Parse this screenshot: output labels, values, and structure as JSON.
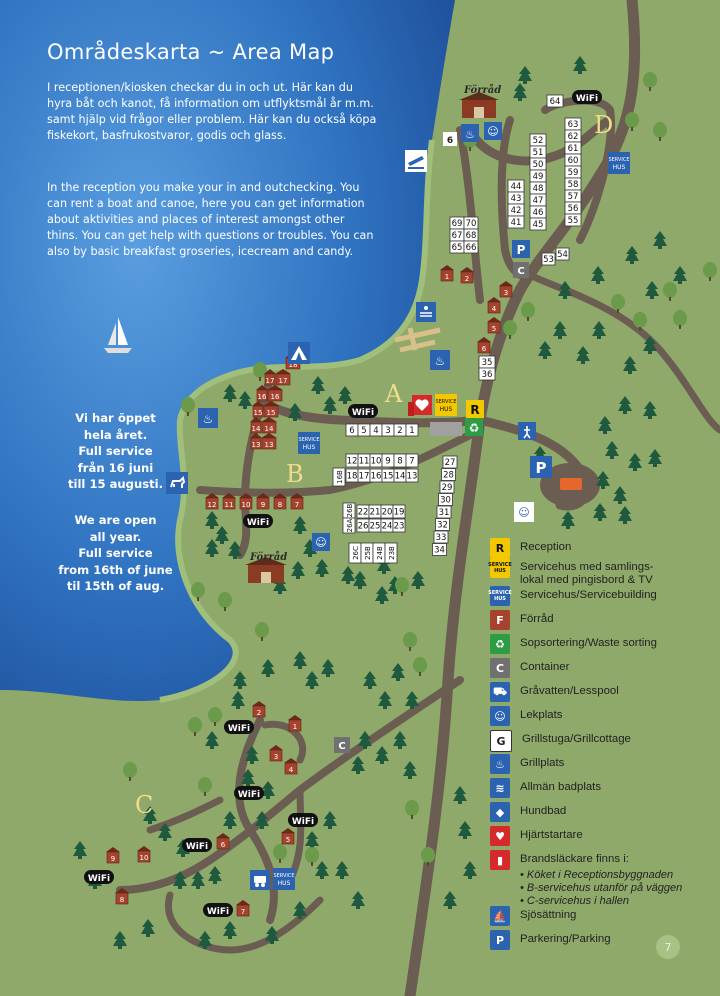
{
  "map": {
    "title": "Områdeskarta ~ Area Map",
    "intro_sv": "I receptionen/kiosken checkar du in och ut. Här kan du hyra båt och kanot, få information om utflyktsmål år m.m. samt hjälp vid frågor eller problem. Här kan du också köpa fiskekort, basfrukostvaror, godis och glass.",
    "intro_en": "In the reception you make your in and outchecking. You can rent a boat and canoe, here you can get information about aktivities and places of interest amongst other thins. You can get help with questions or troubles. You can also by basic breakfast groseries, icecream and candy.",
    "open_sv": [
      "Vi har öppet",
      "hela året.",
      "Full service",
      "från 16 juni",
      "till 15 augusti."
    ],
    "open_en": [
      "We are open",
      "all year.",
      "Full service",
      "from 16th of june",
      "til 15th of aug."
    ],
    "zones": {
      "a": "A",
      "b": "B",
      "c": "C",
      "d": "D"
    },
    "storage_label": "Förråd",
    "wifi_label": "WiFi",
    "service_label_1": "SERVICE",
    "service_label_2": "HUS",
    "page_number": "7",
    "colors": {
      "water": "#3478c4",
      "grass": "#8fa96a",
      "road": "#6b5d52",
      "cabin": "#a5432f",
      "zone_letter": "#f1dc8a"
    }
  },
  "sites": {
    "row_a": [
      "6",
      "5",
      "4",
      "3",
      "2",
      "1"
    ],
    "row_b1": [
      "12",
      "11",
      "10",
      "9",
      "8",
      "7"
    ],
    "row_b2": [
      "18",
      "17",
      "16",
      "15",
      "14",
      "13"
    ],
    "label_16b": "16B",
    "row_c1": [
      "22",
      "21",
      "20",
      "19"
    ],
    "row_c2": [
      "26",
      "25",
      "24",
      "23"
    ],
    "row_c_vert": [
      "26B",
      "26A"
    ],
    "row_c3": [
      "26C",
      "25B",
      "24B",
      "23B"
    ],
    "col_east": [
      "27",
      "28",
      "29",
      "30",
      "31",
      "32",
      "33",
      "34"
    ],
    "col_pair1": [
      "35",
      "36"
    ],
    "grid_small": [
      "69",
      "70",
      "67",
      "68",
      "65",
      "66"
    ],
    "col_40s": [
      "44",
      "43",
      "42",
      "41"
    ],
    "col_50s": [
      "52",
      "51",
      "50",
      "49",
      "48",
      "47",
      "46",
      "45"
    ],
    "col_60s": [
      "63",
      "62",
      "61",
      "60",
      "59",
      "58",
      "57",
      "56",
      "55"
    ],
    "extra": [
      "64",
      "53",
      "54"
    ]
  },
  "cabins": {
    "west_col": [
      "18",
      "17",
      "16",
      "15",
      "14",
      "13"
    ],
    "south_row": [
      "12",
      "11",
      "10",
      "9",
      "8",
      "7"
    ],
    "middle": [
      "1",
      "2",
      "3",
      "4",
      "5",
      "6"
    ],
    "north": [
      "6"
    ],
    "c_area": [
      "1",
      "2",
      "3",
      "4",
      "5",
      "6",
      "7",
      "8",
      "9",
      "10"
    ]
  },
  "legend": {
    "items": [
      {
        "icon": "reception-icon",
        "symbol": "R",
        "text": "Reception",
        "bg": "#f3c800",
        "fg": "#111"
      },
      {
        "icon": "service-house-lounge-icon",
        "symbol": "SERVICE HUS",
        "text": "Servicehus med samlings-\nlokal med pingisbord & TV",
        "bg": "#f3c800",
        "fg": "#111"
      },
      {
        "icon": "service-house-icon",
        "symbol": "SERVICE HUS",
        "text": "Servicehus/Servicebuilding",
        "bg": "#2b63b0",
        "fg": "#fff"
      },
      {
        "icon": "storage-icon",
        "symbol": "F",
        "text": "Förråd",
        "bg": "#a5432f",
        "fg": "#fff"
      },
      {
        "icon": "recycling-icon",
        "symbol": "♻",
        "text": "Sopsortering/Waste sorting",
        "bg": "#2e9b45",
        "fg": "#fff"
      },
      {
        "icon": "container-icon",
        "symbol": "C",
        "text": "Container",
        "bg": "#707070",
        "fg": "#fff"
      },
      {
        "icon": "grey-water-icon",
        "symbol": "⛟",
        "text": "Gråvatten/Lesspool",
        "bg": "#2b63b0",
        "fg": "#fff"
      },
      {
        "icon": "playground-icon",
        "symbol": "☺",
        "text": "Lekplats",
        "bg": "#2b63b0",
        "fg": "#fff"
      },
      {
        "icon": "grill-cottage-icon",
        "symbol": "G",
        "text": "Grillstuga/Grillcottage",
        "bg": "#ffffff",
        "fg": "#222"
      },
      {
        "icon": "grill-place-icon",
        "symbol": "♨",
        "text": "Grillplats",
        "bg": "#2b63b0",
        "fg": "#fff"
      },
      {
        "icon": "public-beach-icon",
        "symbol": "≋",
        "text": "Allmän badplats",
        "bg": "#2b63b0",
        "fg": "#fff"
      },
      {
        "icon": "dog-beach-icon",
        "symbol": "◆",
        "text": "Hundbad",
        "bg": "#2b63b0",
        "fg": "#fff"
      },
      {
        "icon": "defibrillator-icon",
        "symbol": "♥",
        "text": "Hjärtstartare",
        "bg": "#d42a2a",
        "fg": "#fff"
      },
      {
        "icon": "fire-extinguisher-icon",
        "symbol": "▮",
        "text": "Brandsläckare finns i:",
        "bg": "#d42a2a",
        "fg": "#fff"
      },
      {
        "icon": "boat-launch-icon",
        "symbol": "⛵",
        "text": "Sjösättning",
        "bg": "#2b63b0",
        "fg": "#fff"
      },
      {
        "icon": "parking-icon",
        "symbol": "P",
        "text": "Parkering/Parking",
        "bg": "#2b63b0",
        "fg": "#fff"
      }
    ],
    "extinguisher_locations": [
      "• Köket i Receptionsbyggnaden",
      "• B-servicehus utanför på väggen",
      "• C-servicehus i hallen"
    ]
  }
}
